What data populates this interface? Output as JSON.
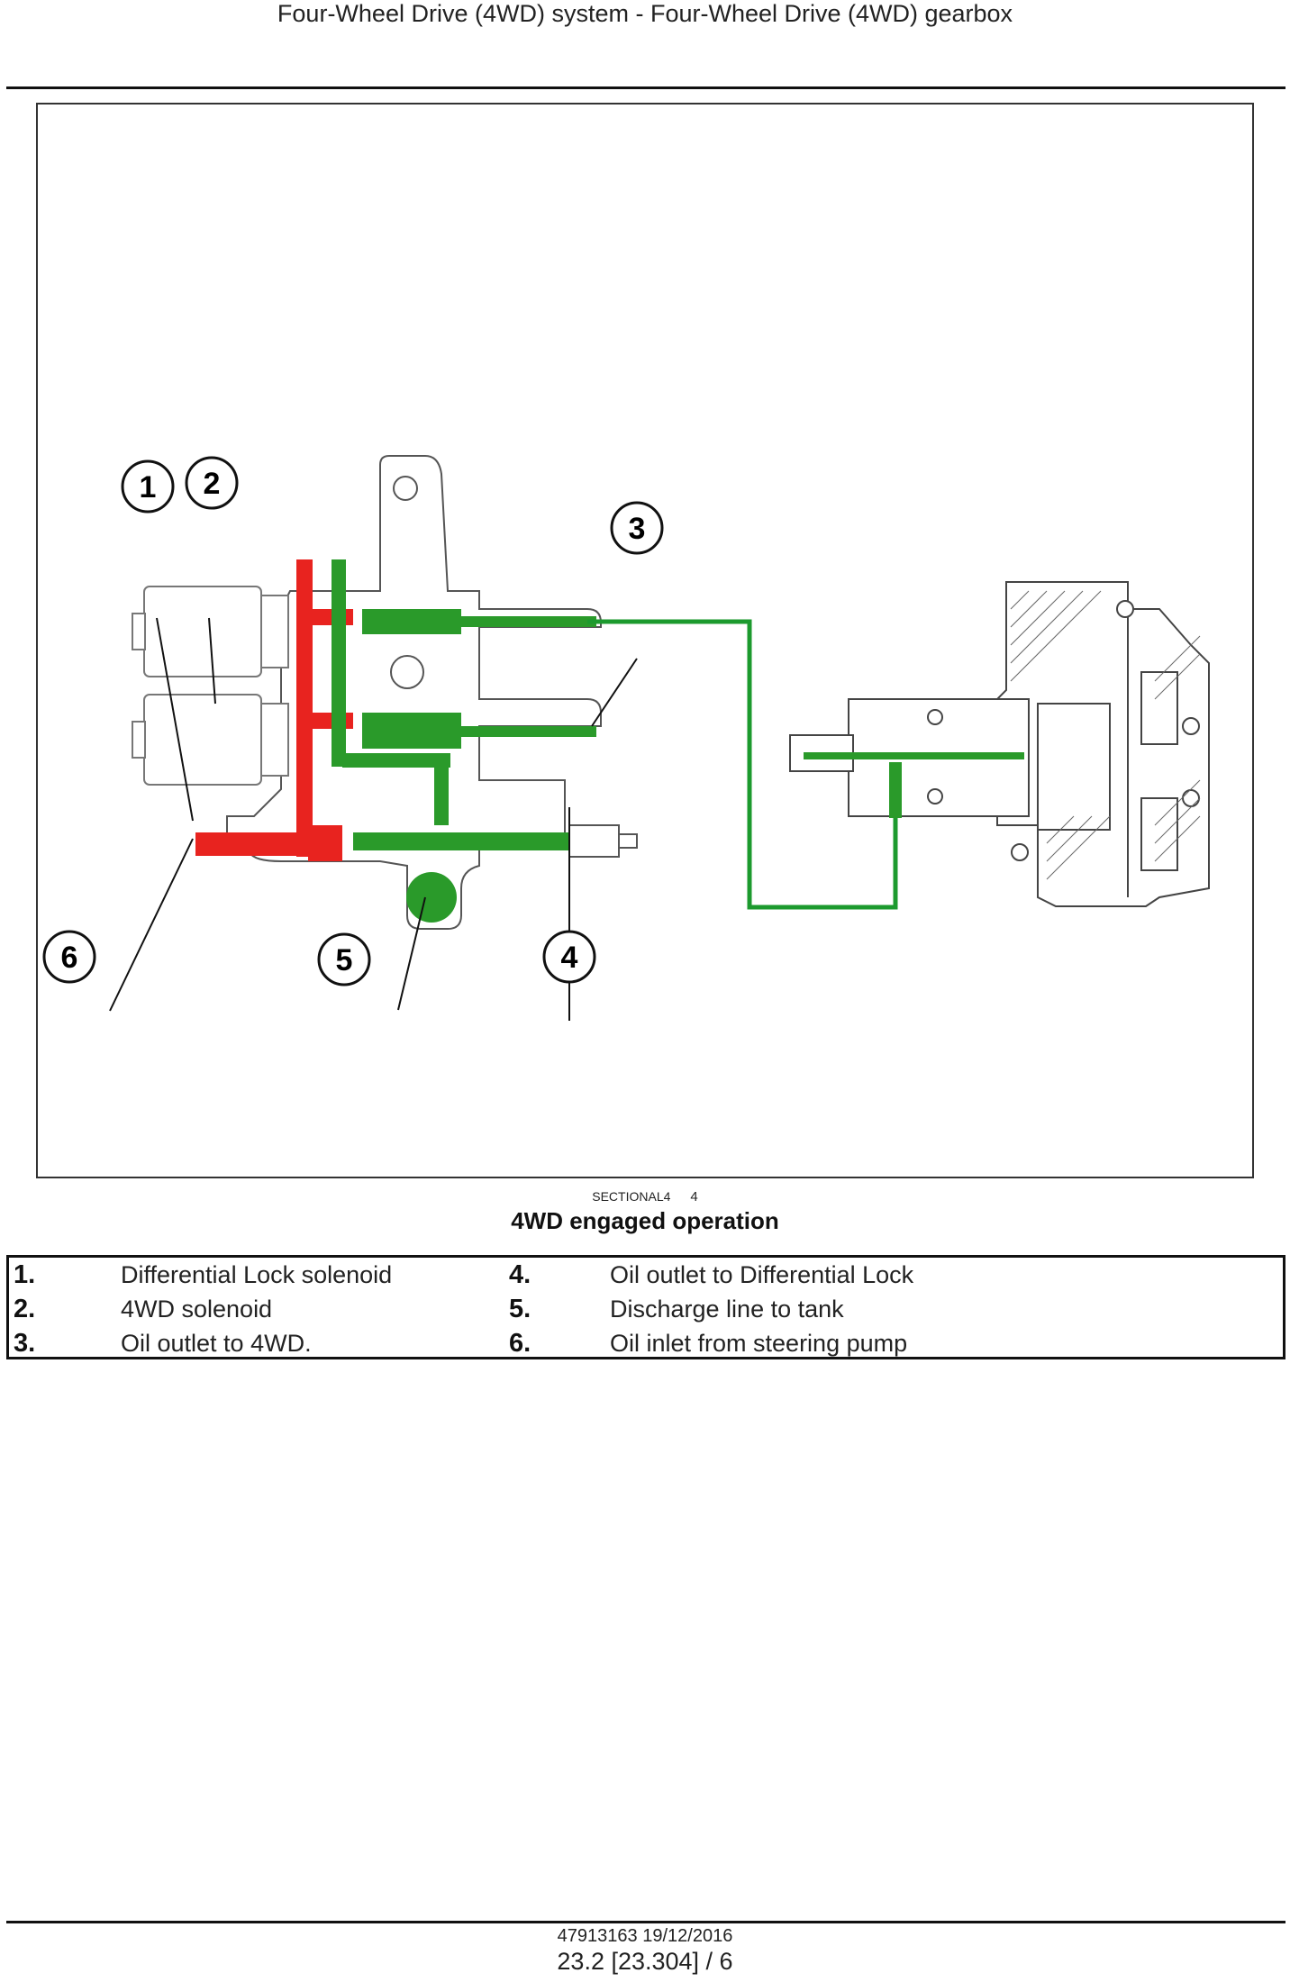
{
  "header": {
    "title": "Four-Wheel Drive (4WD) system - Four-Wheel Drive (4WD) gearbox"
  },
  "figure": {
    "callouts": [
      "1",
      "2",
      "3",
      "4",
      "5",
      "6"
    ],
    "reference": "SECTIONAL4",
    "reference_number": "4",
    "caption": "4WD engaged operation",
    "colors": {
      "pressure": "#e8231f",
      "oil": "#2a9a2a",
      "line": "#1c9a2e"
    }
  },
  "legend": [
    {
      "num": "1.",
      "text": "Differential Lock solenoid"
    },
    {
      "num": "2.",
      "text": "4WD solenoid"
    },
    {
      "num": "3.",
      "text": "Oil outlet to 4WD."
    },
    {
      "num": "4.",
      "text": "Oil outlet to Differential Lock"
    },
    {
      "num": "5.",
      "text": "Discharge line to tank"
    },
    {
      "num": "6.",
      "text": "Oil inlet from steering pump"
    }
  ],
  "footer": {
    "doc_id": "47913163 19/12/2016",
    "page": "23.2 [23.304] / 6"
  }
}
